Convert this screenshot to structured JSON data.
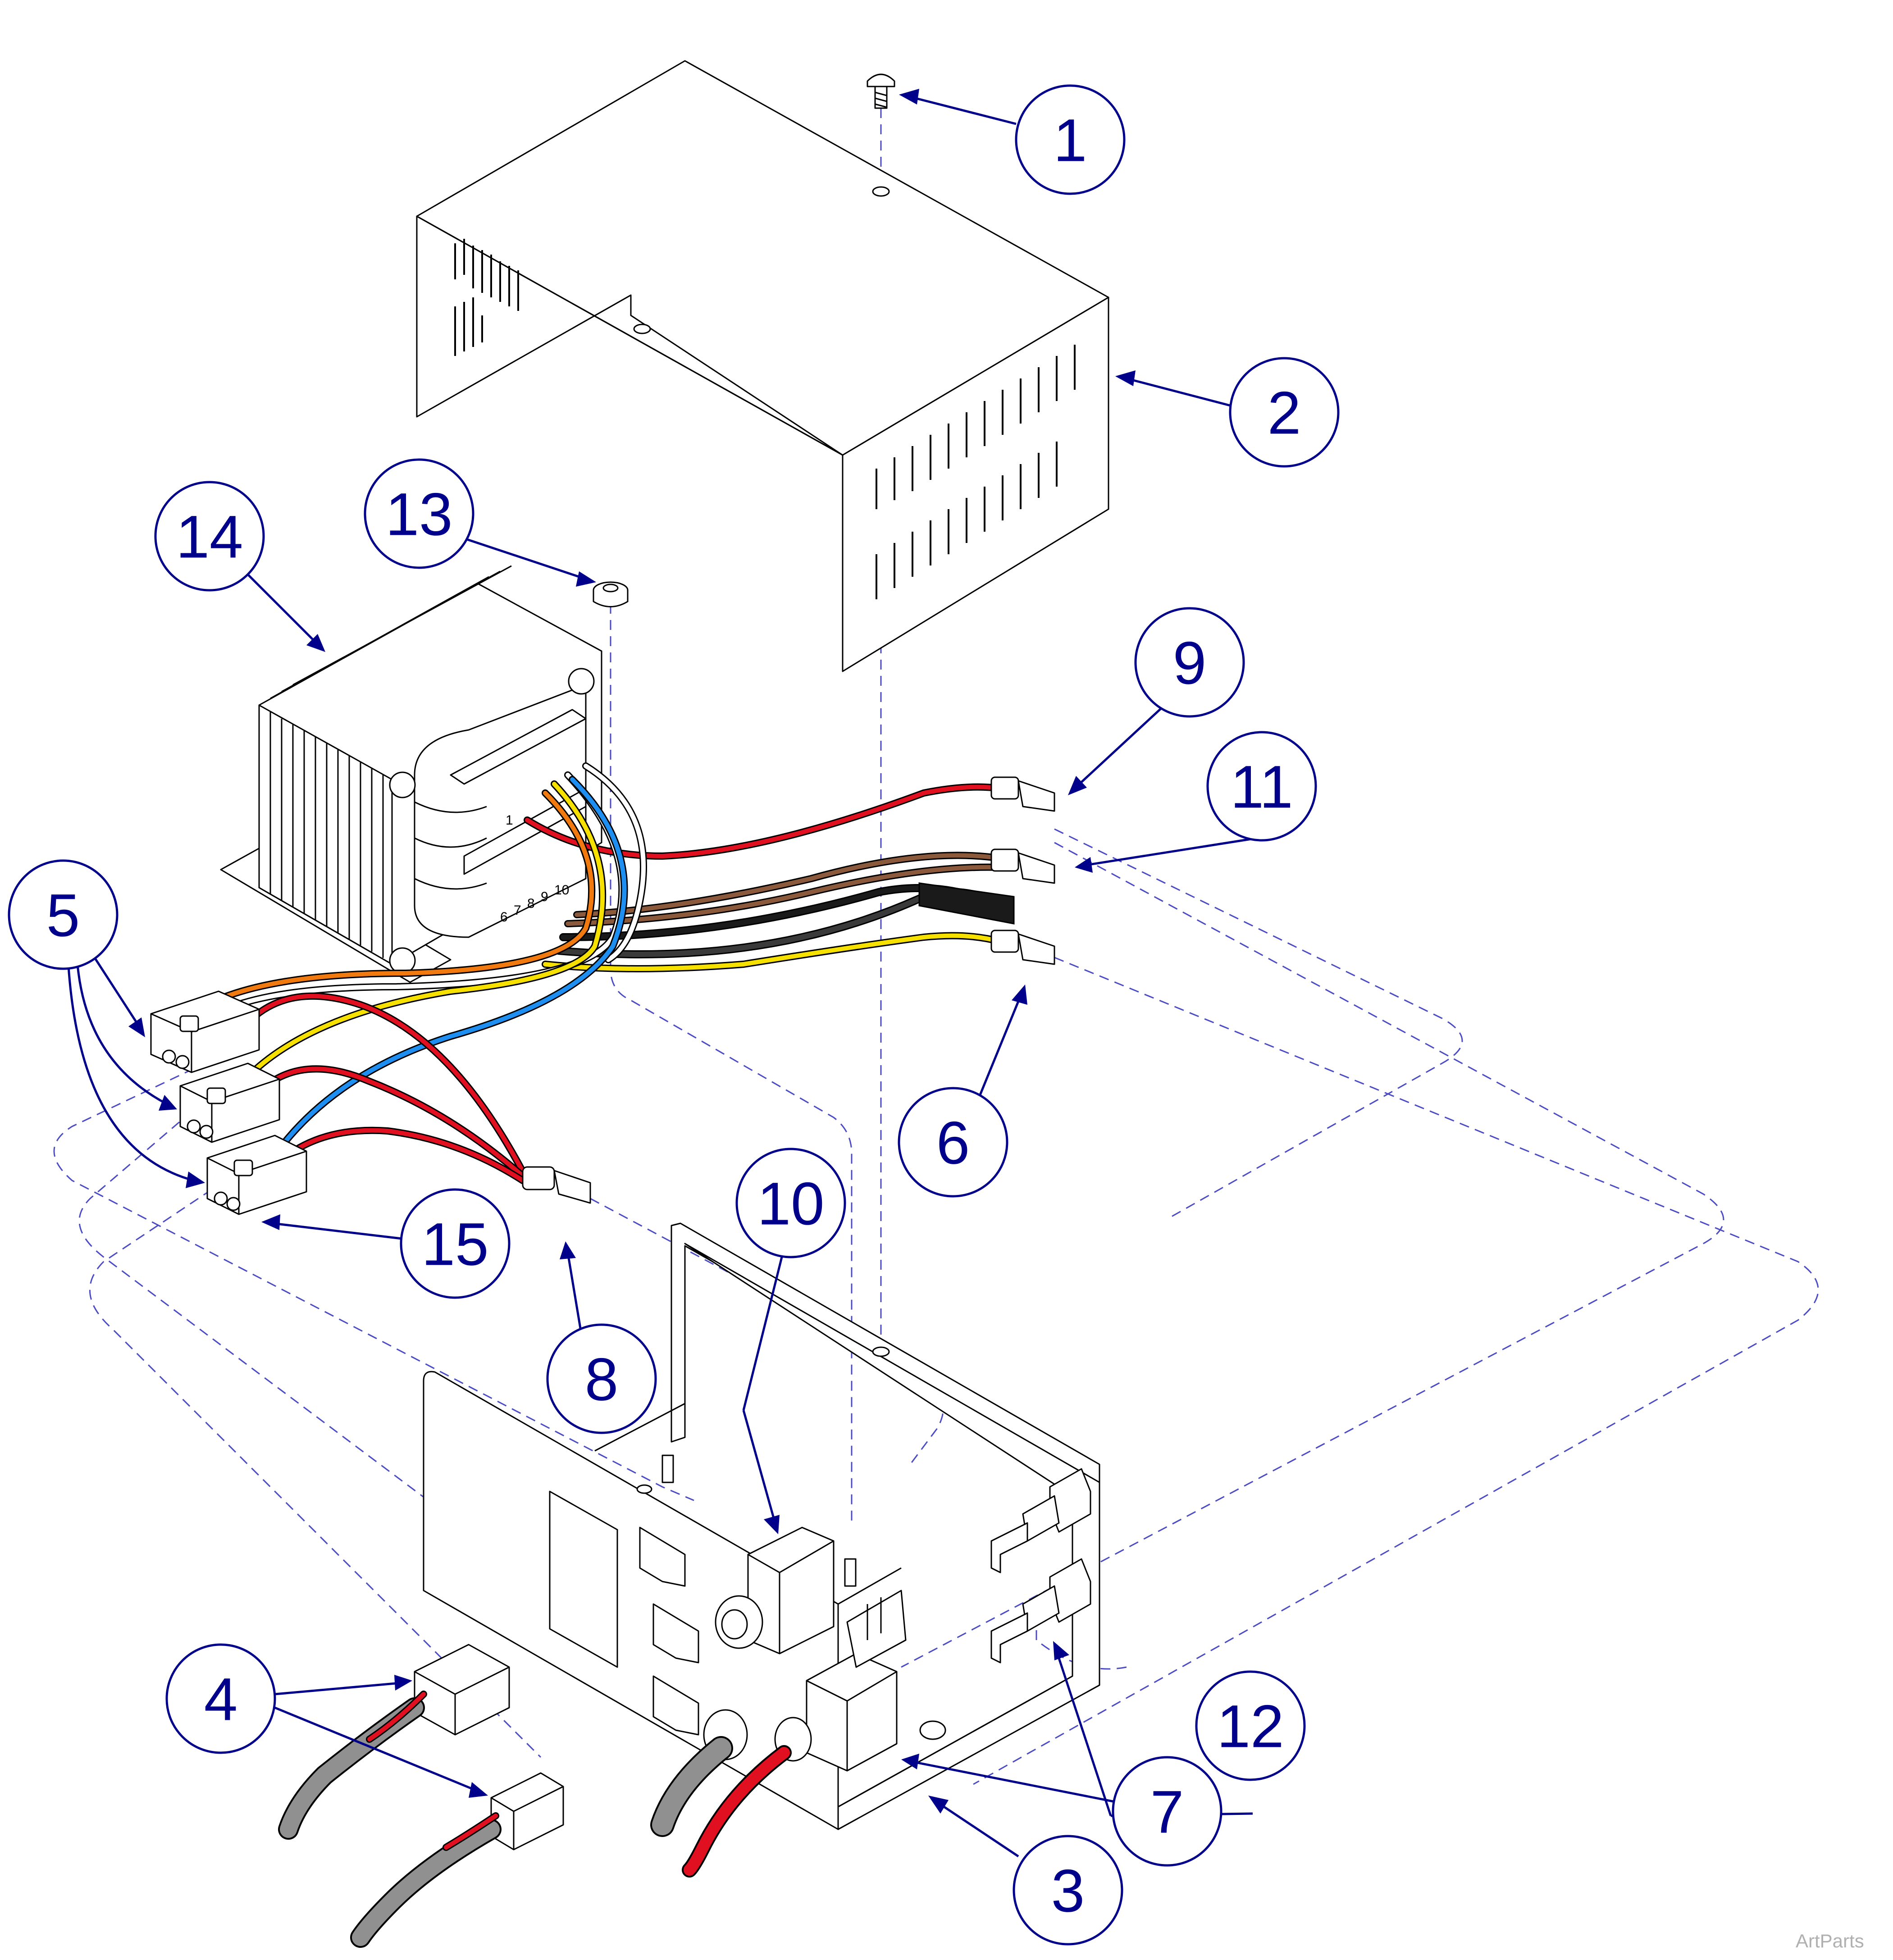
{
  "diagram": {
    "callouts": [
      {
        "label": "1"
      },
      {
        "label": "2"
      },
      {
        "label": "3"
      },
      {
        "label": "4"
      },
      {
        "label": "5"
      },
      {
        "label": "6"
      },
      {
        "label": "7"
      },
      {
        "label": "8"
      },
      {
        "label": "9"
      },
      {
        "label": "10"
      },
      {
        "label": "11"
      },
      {
        "label": "12"
      },
      {
        "label": "13"
      },
      {
        "label": "14"
      },
      {
        "label": "15"
      }
    ],
    "terminal_numbers": [
      "1",
      "6",
      "7",
      "8",
      "9",
      "10"
    ],
    "watermark": "ArtParts",
    "colors": {
      "callout_blue": "#00008b",
      "dash_blue": "#4b4bc4",
      "wire_red": "#e01020",
      "wire_brown": "#8b5a3c",
      "wire_black": "#1a1a1a",
      "wire_yellow": "#f5e000",
      "wire_orange": "#f07a10",
      "wire_blue": "#1e8ff0",
      "wire_white": "#ffffff",
      "cable_gray": "#909090"
    }
  }
}
